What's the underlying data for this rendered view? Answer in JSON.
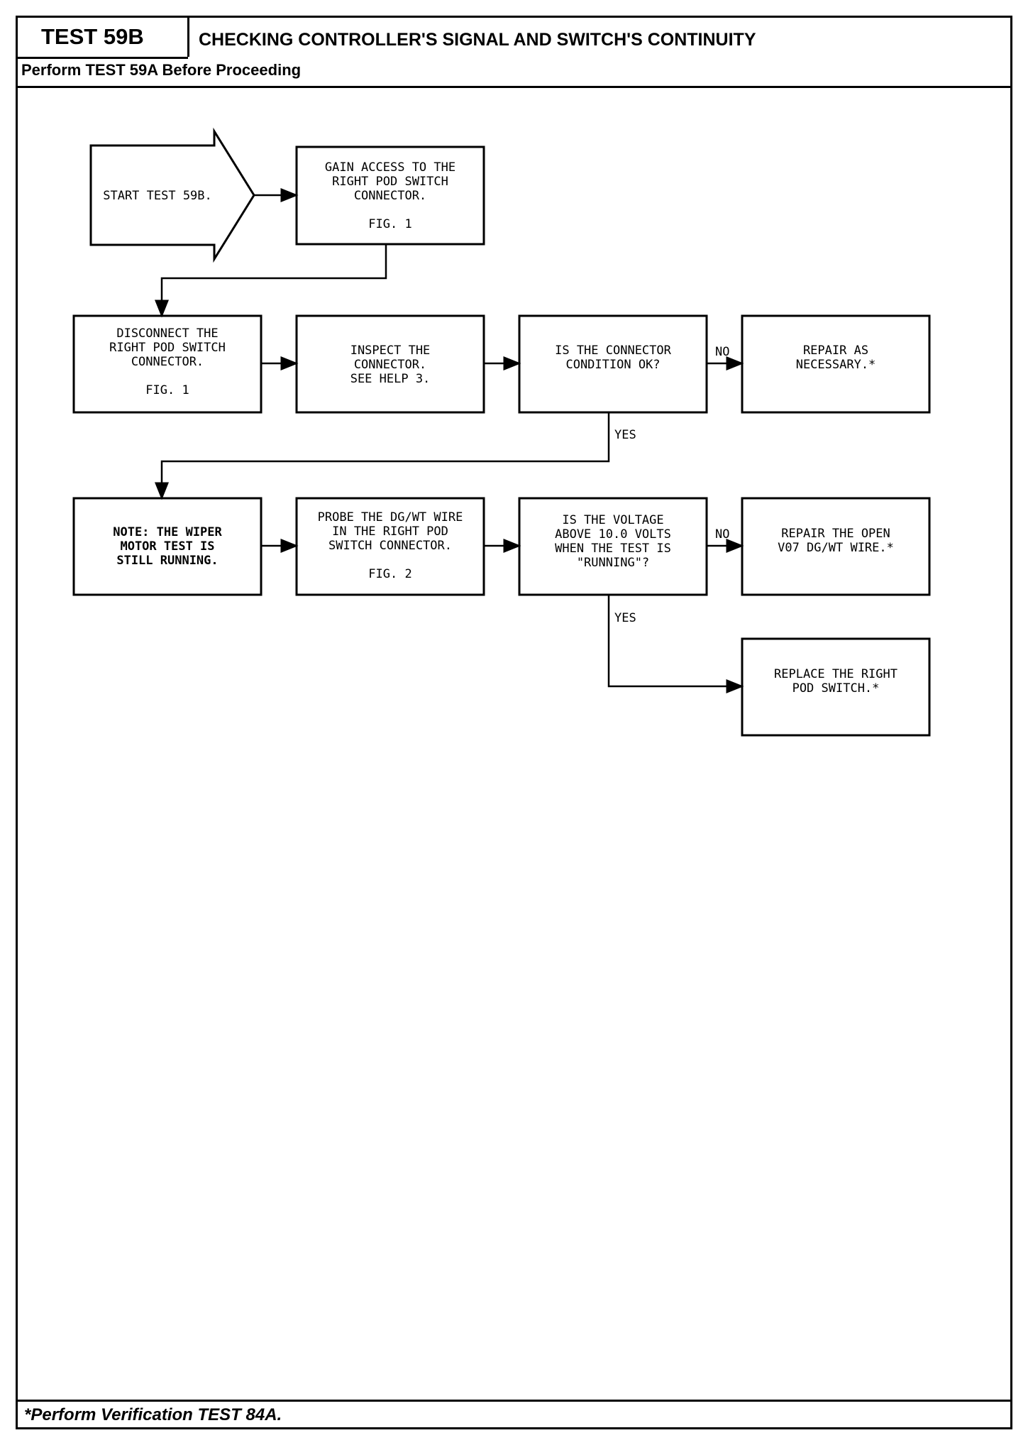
{
  "header": {
    "test_id": "TEST 59B",
    "title": "CHECKING CONTROLLER'S SIGNAL AND SWITCH'S CONTINUITY",
    "prereq": "Perform TEST 59A Before Proceeding"
  },
  "flow": {
    "start": "START TEST 59B.",
    "access": [
      "GAIN ACCESS TO THE",
      "RIGHT POD SWITCH",
      "CONNECTOR.",
      "FIG. 1"
    ],
    "disconnect": [
      "DISCONNECT THE",
      "RIGHT POD SWITCH",
      "CONNECTOR.",
      "FIG. 1"
    ],
    "inspect": [
      "INSPECT THE",
      "CONNECTOR.",
      "SEE HELP 3."
    ],
    "q_condition": [
      "IS THE CONNECTOR",
      "CONDITION OK?"
    ],
    "repair_necessary": [
      "REPAIR AS",
      "NECESSARY.*"
    ],
    "note": [
      "NOTE: THE WIPER",
      "MOTOR TEST IS",
      "STILL RUNNING."
    ],
    "probe": [
      "PROBE THE DG/WT WIRE",
      "IN THE RIGHT POD",
      "SWITCH CONNECTOR.",
      "FIG. 2"
    ],
    "q_voltage": [
      "IS THE VOLTAGE",
      "ABOVE 10.0 VOLTS",
      "WHEN THE TEST IS",
      "\"RUNNING\"?"
    ],
    "repair_open": [
      "REPAIR THE OPEN",
      "V07 DG/WT WIRE.*"
    ],
    "replace": [
      "REPLACE THE RIGHT",
      "POD SWITCH.*"
    ],
    "no_label": "NO",
    "yes_label": "YES"
  },
  "footer": {
    "note": "*Perform Verification TEST 84A."
  }
}
